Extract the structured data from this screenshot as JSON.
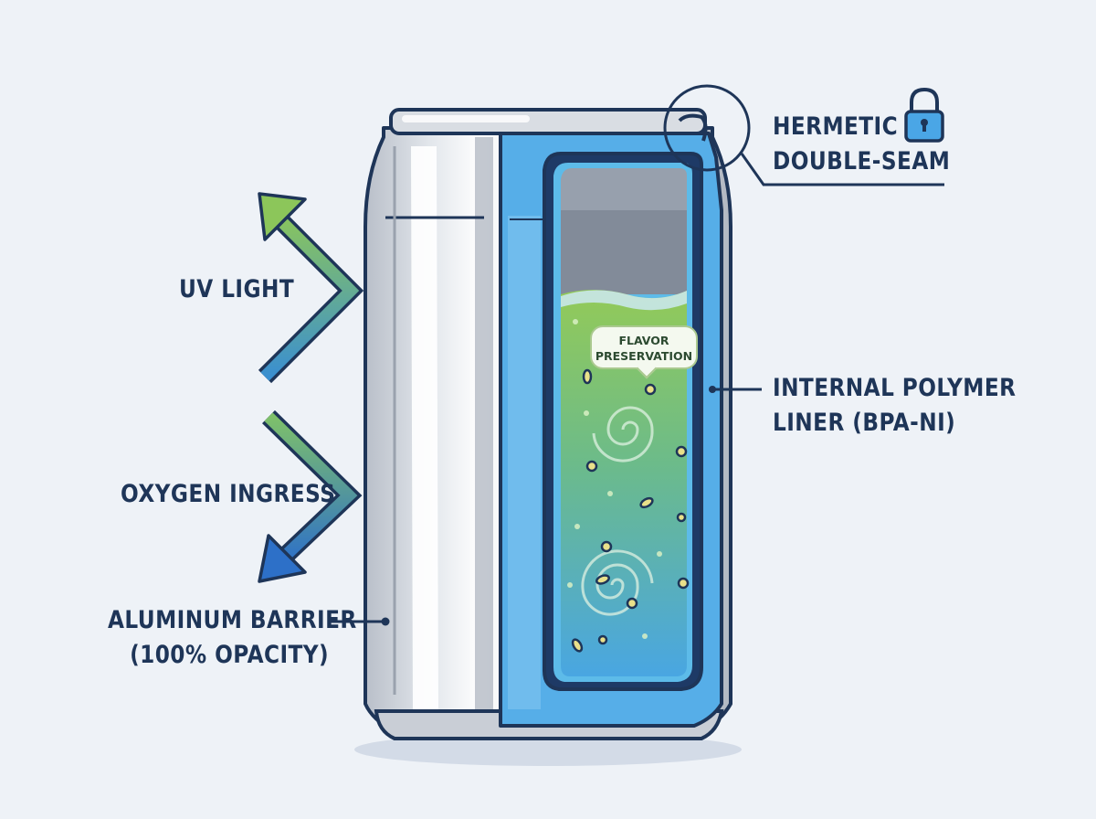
{
  "labels": {
    "uv_light": "UV LIGHT",
    "oxygen_ingress": "OXYGEN INGRESS",
    "aluminum_barrier_line1": "ALUMINUM BARRIER",
    "aluminum_barrier_line2": "(100% OPACITY)",
    "hermetic_line1": "HERMETIC",
    "hermetic_line2": "DOUBLE-SEAM",
    "liner_line1": "INTERNAL POLYMER",
    "liner_line2": "LINER (BPA-NI)",
    "flavor_line1": "FLAVOR",
    "flavor_line2": "PRESERVATION"
  },
  "icons": {
    "seam": "lock-icon"
  },
  "colors": {
    "outline": "#1e3558",
    "aluminum": "#c9ced6",
    "liner_blue": "#4aa6e6",
    "liquid_green": "#8cc65a",
    "liquid_blue": "#4aa8e4",
    "arrow_green": "#8cc65a",
    "arrow_blue": "#2d70c8"
  }
}
